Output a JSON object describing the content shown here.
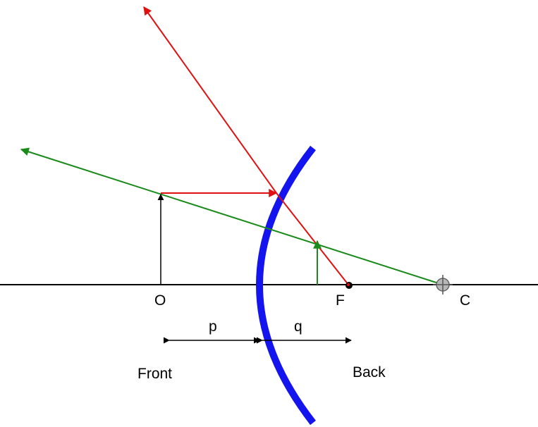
{
  "labels": {
    "object_point": "O",
    "focal_point": "F",
    "center_point": "C",
    "object_distance": "p",
    "image_distance": "q",
    "front_side": "Front",
    "back_side": "Back"
  },
  "colors": {
    "axis": "#000000",
    "mirror": "#1414ee",
    "object_arrow": "#000000",
    "image_arrow": "#1a8a1a",
    "ray_parallel": "#e01010",
    "ray_center": "#1a8a1a",
    "focal_marker": "#000000",
    "center_marker": "#b8b8b8"
  }
}
